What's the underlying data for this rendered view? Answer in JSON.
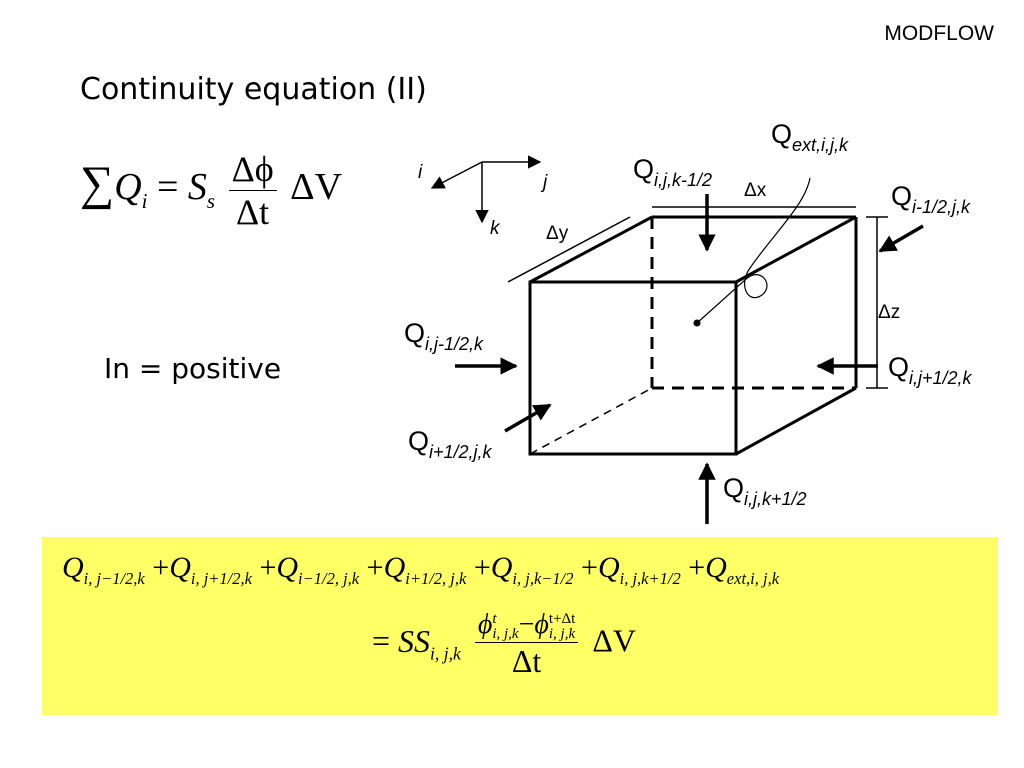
{
  "header": {
    "corner_label": "MODFLOW"
  },
  "slide": {
    "title": "Continuity equation (II)",
    "note": "In = positive"
  },
  "equation1": {
    "lhs_sum": "∑",
    "lhs_q": "Q",
    "lhs_sub": "i",
    "equals": "=",
    "s": "S",
    "s_sub": "s",
    "frac_num": "Δϕ",
    "frac_den": "Δt",
    "dv": "ΔV"
  },
  "axes": {
    "i": "i",
    "j": "j",
    "k": "k"
  },
  "dims": {
    "dx": "Δx",
    "dy": "Δy",
    "dz": "Δz"
  },
  "flows": {
    "q_letter": "Q",
    "ext": "ext,i,j,k",
    "top": "i,j,k-1/2",
    "bottom": "i,j,k+1/2",
    "back": "i-1/2,j,k",
    "right": "i,j+1/2,k",
    "left": "i,j-1/2,k",
    "front": "i+1/2,j,k"
  },
  "equation2": {
    "terms": [
      {
        "q": "Q",
        "sub": "i, j−1/2,k"
      },
      {
        "q": "Q",
        "sub": "i, j+1/2,k"
      },
      {
        "q": "Q",
        "sub": "i−1/2, j,k"
      },
      {
        "q": "Q",
        "sub": "i+1/2, j,k"
      },
      {
        "q": "Q",
        "sub": "i, j,k−1/2"
      },
      {
        "q": "Q",
        "sub": "i, j,k+1/2"
      },
      {
        "q": "Q",
        "sub": "ext,i, j,k"
      }
    ],
    "plus": "+",
    "equals": "=",
    "ss": "SS",
    "ss_sub": "i, j,k",
    "phi": "ϕ",
    "phi1_sup": "t",
    "phi1_sub": "i, j,k",
    "minus": "−",
    "phi2_sup": "t+Δt",
    "phi2_sub": "i, j,k",
    "den": "Δt",
    "dv": "ΔV"
  },
  "colors": {
    "highlight": "#ffff66"
  }
}
